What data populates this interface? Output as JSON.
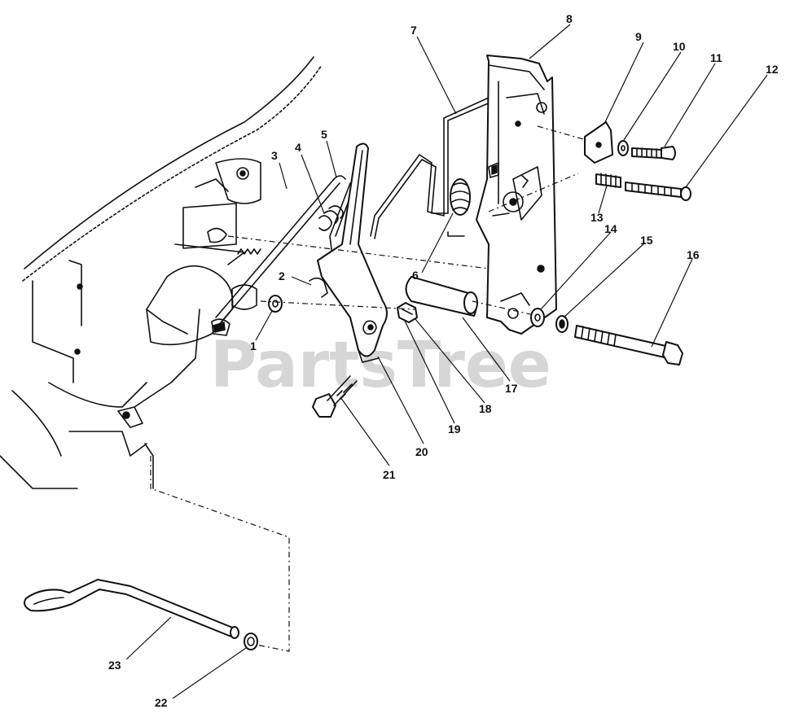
{
  "watermark": "PartsTree",
  "callouts": [
    "1",
    "2",
    "3",
    "4",
    "5",
    "6",
    "7",
    "8",
    "9",
    "10",
    "11",
    "12",
    "13",
    "14",
    "15",
    "16",
    "17",
    "18",
    "19",
    "20",
    "21",
    "22",
    "23"
  ],
  "colors": {
    "ink": "#111111",
    "paper": "#ffffff",
    "watermark": "#d2d2d2"
  }
}
